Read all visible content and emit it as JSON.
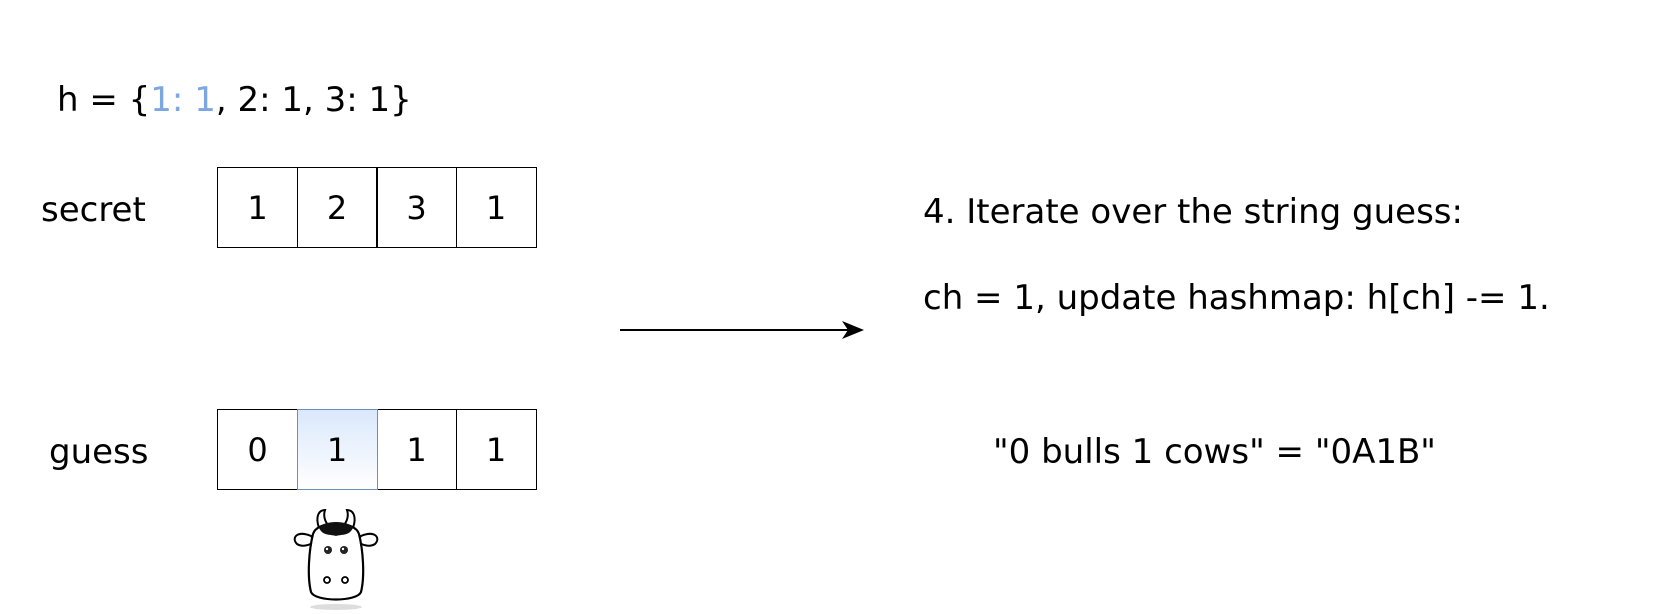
{
  "hashmap": {
    "prefix": "h = {",
    "highlighted_entry": "1: 1",
    "rest": ", 2: 1, 3: 1}",
    "highlight_color": "#7ea6e0"
  },
  "secret": {
    "label": "secret",
    "cells": [
      "1",
      "2",
      "3",
      "1"
    ]
  },
  "guess": {
    "label": "guess",
    "cells": [
      "0",
      "1",
      "1",
      "1"
    ],
    "highlighted_index": 1,
    "highlight_fill": "#dae8fc",
    "highlight_stroke": "#6c8ebf"
  },
  "steps": {
    "title": "4. Iterate over the string guess:",
    "update": "ch = 1, update hashmap: h[ch] -= 1.",
    "result": "\"0 bulls 1 cows\" = \"0A1B\""
  },
  "icons": {
    "pointer": "arrow-right-icon",
    "mascot": "cow-icon"
  }
}
